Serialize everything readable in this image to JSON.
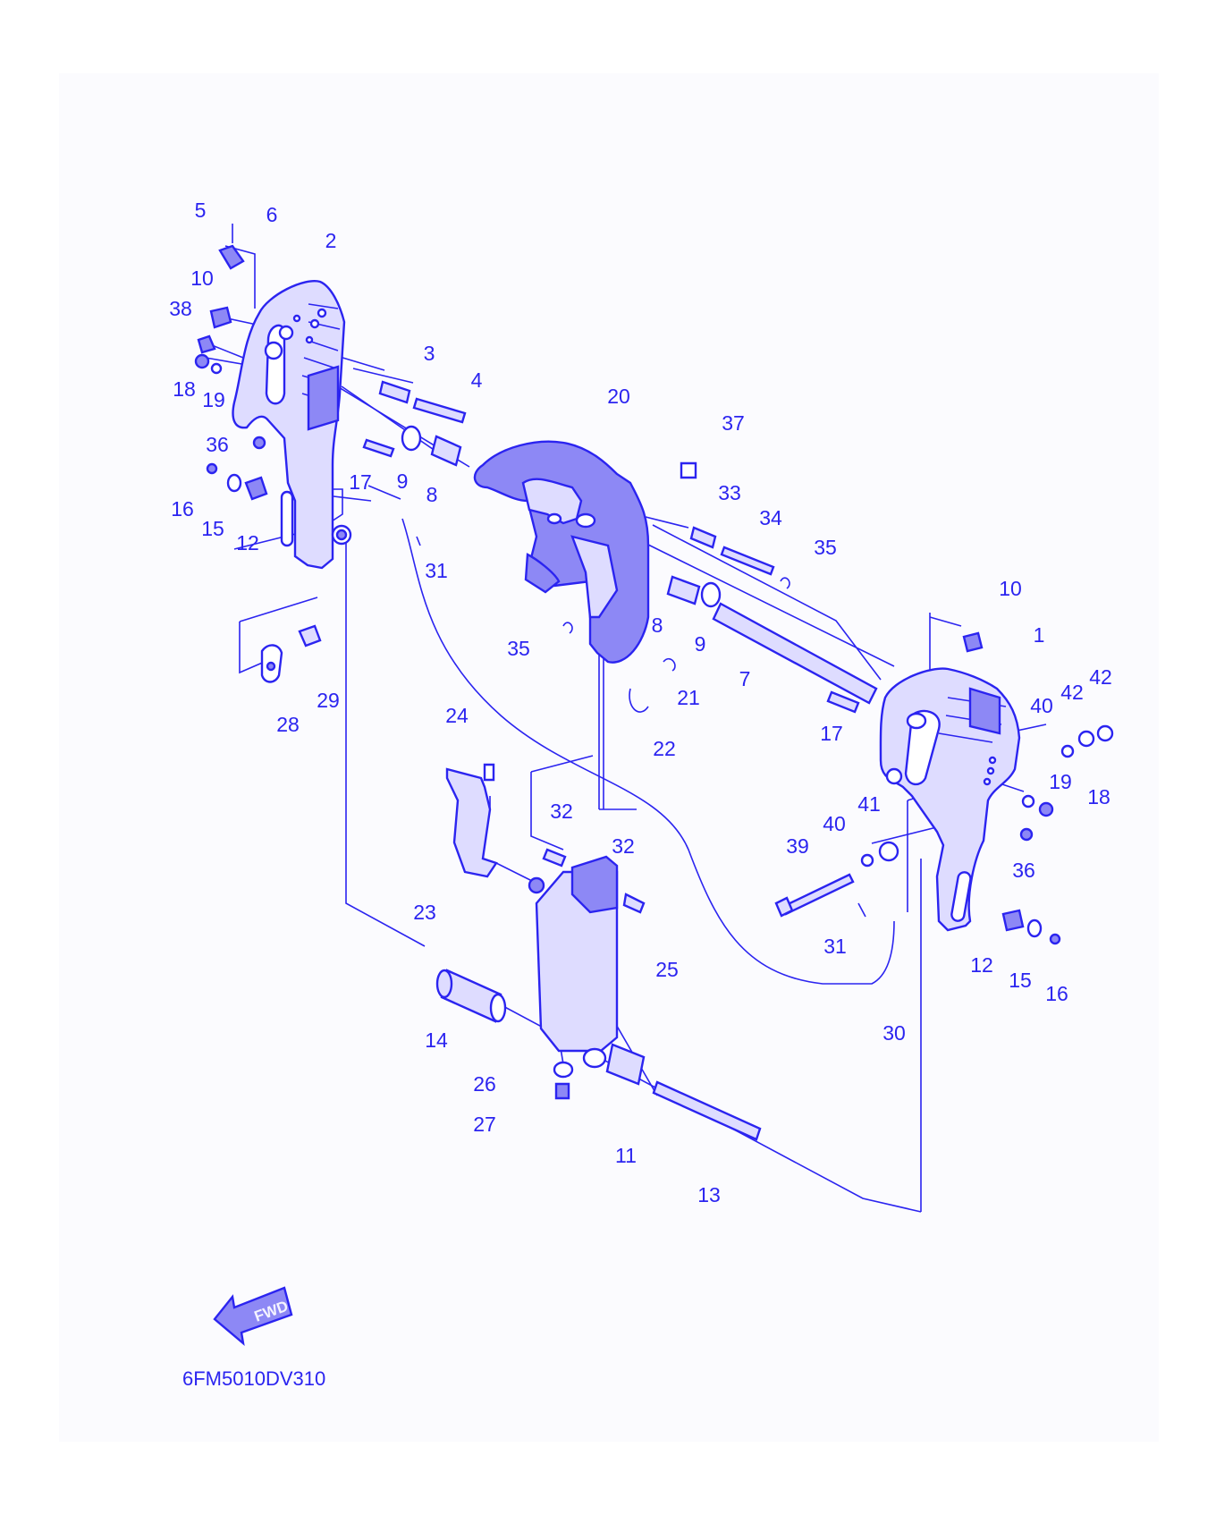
{
  "diagram_code": "6FM5010DV310",
  "fwd_label": "FWD",
  "colors": {
    "line": "#2b24f0",
    "part_fill": "#dedcff",
    "part_dark": "#8d88f5",
    "sheet": "#fbfbfe"
  },
  "callouts": {
    "c1": "1",
    "c2": "2",
    "c3": "3",
    "c4": "4",
    "c5": "5",
    "c6": "6",
    "c7": "7",
    "c8a": "8",
    "c8b": "8",
    "c9a": "9",
    "c9b": "9",
    "c10a": "10",
    "c10b": "10",
    "c11": "11",
    "c12a": "12",
    "c12b": "12",
    "c13": "13",
    "c14": "14",
    "c15a": "15",
    "c15b": "15",
    "c16a": "16",
    "c16b": "16",
    "c17a": "17",
    "c17b": "17",
    "c18a": "18",
    "c18b": "18",
    "c19a": "19",
    "c19b": "19",
    "c20": "20",
    "c21": "21",
    "c22": "22",
    "c23": "23",
    "c24": "24",
    "c25": "25",
    "c26": "26",
    "c27": "27",
    "c28": "28",
    "c29": "29",
    "c30": "30",
    "c31a": "31",
    "c31b": "31",
    "c32a": "32",
    "c32b": "32",
    "c33": "33",
    "c34": "34",
    "c35a": "35",
    "c35b": "35",
    "c36a": "36",
    "c36b": "36",
    "c37": "37",
    "c38": "38",
    "c39": "39",
    "c40a": "40",
    "c40b": "40",
    "c41": "41",
    "c42a": "42",
    "c42b": "42"
  }
}
